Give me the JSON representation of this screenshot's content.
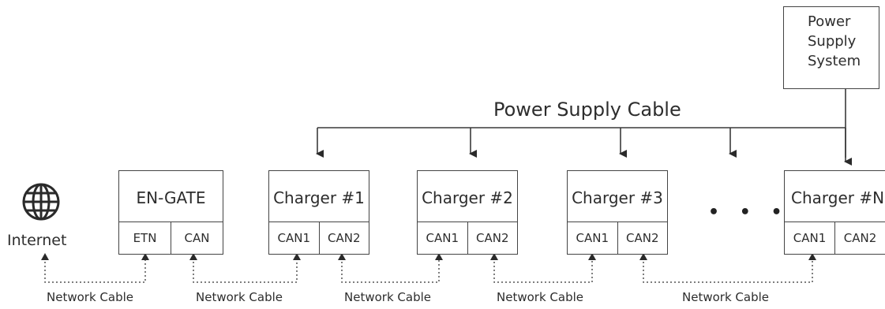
{
  "power_supply_system": {
    "lines": [
      "Power",
      "Supply",
      "System"
    ]
  },
  "power_supply_cable_label": "Power Supply Cable",
  "internet": {
    "label": "Internet"
  },
  "engate": {
    "title": "EN-GATE",
    "ports": [
      "ETN",
      "CAN"
    ]
  },
  "chargers": [
    {
      "title": "Charger #1",
      "ports": [
        "CAN1",
        "CAN2"
      ]
    },
    {
      "title": "Charger #2",
      "ports": [
        "CAN1",
        "CAN2"
      ]
    },
    {
      "title": "Charger #3",
      "ports": [
        "CAN1",
        "CAN2"
      ]
    },
    {
      "title": "Charger #N",
      "ports": [
        "CAN1",
        "CAN2"
      ]
    }
  ],
  "ellipsis": "• • •",
  "network_cable_labels": [
    "Network Cable",
    "Network Cable",
    "Network Cable",
    "Network Cable",
    "Network Cable"
  ],
  "colors": {
    "line": "#3a3a3a",
    "dotted": "#555555",
    "border": "#444444"
  }
}
